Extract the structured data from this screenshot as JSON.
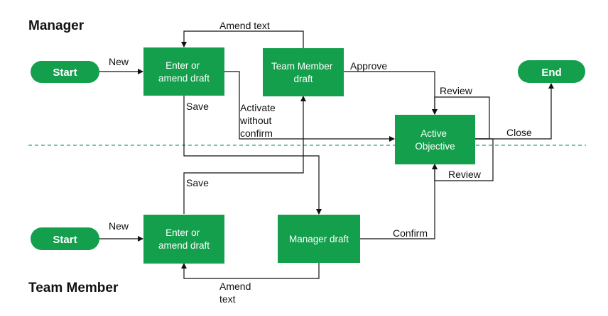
{
  "lanes": {
    "manager": "Manager",
    "team_member": "Team Member"
  },
  "colors": {
    "node_fill": "#149f4c",
    "node_text": "#ffffff",
    "lane_divider": "#2a9d8f",
    "edge": "#111111"
  },
  "nodes": {
    "mgr_start": "Start",
    "mgr_end": "End",
    "mgr_enter_amend": [
      "Enter or",
      "amend draft"
    ],
    "team_member_draft": [
      "Team Member",
      "draft"
    ],
    "active_objective": [
      "Active",
      "Objective"
    ],
    "tm_start": "Start",
    "tm_enter_amend": [
      "Enter or",
      "amend draft"
    ],
    "manager_draft": "Manager draft"
  },
  "edges": {
    "mgr_new": "New",
    "mgr_amend_text": "Amend text",
    "approve": "Approve",
    "review_top": "Review",
    "mgr_save": "Save",
    "activate": [
      "Activate",
      "without",
      "confirm"
    ],
    "close": "Close",
    "review_bottom": "Review",
    "tm_save": "Save",
    "tm_new": "New",
    "confirm": "Confirm",
    "tm_amend_text": [
      "Amend",
      "text"
    ]
  }
}
